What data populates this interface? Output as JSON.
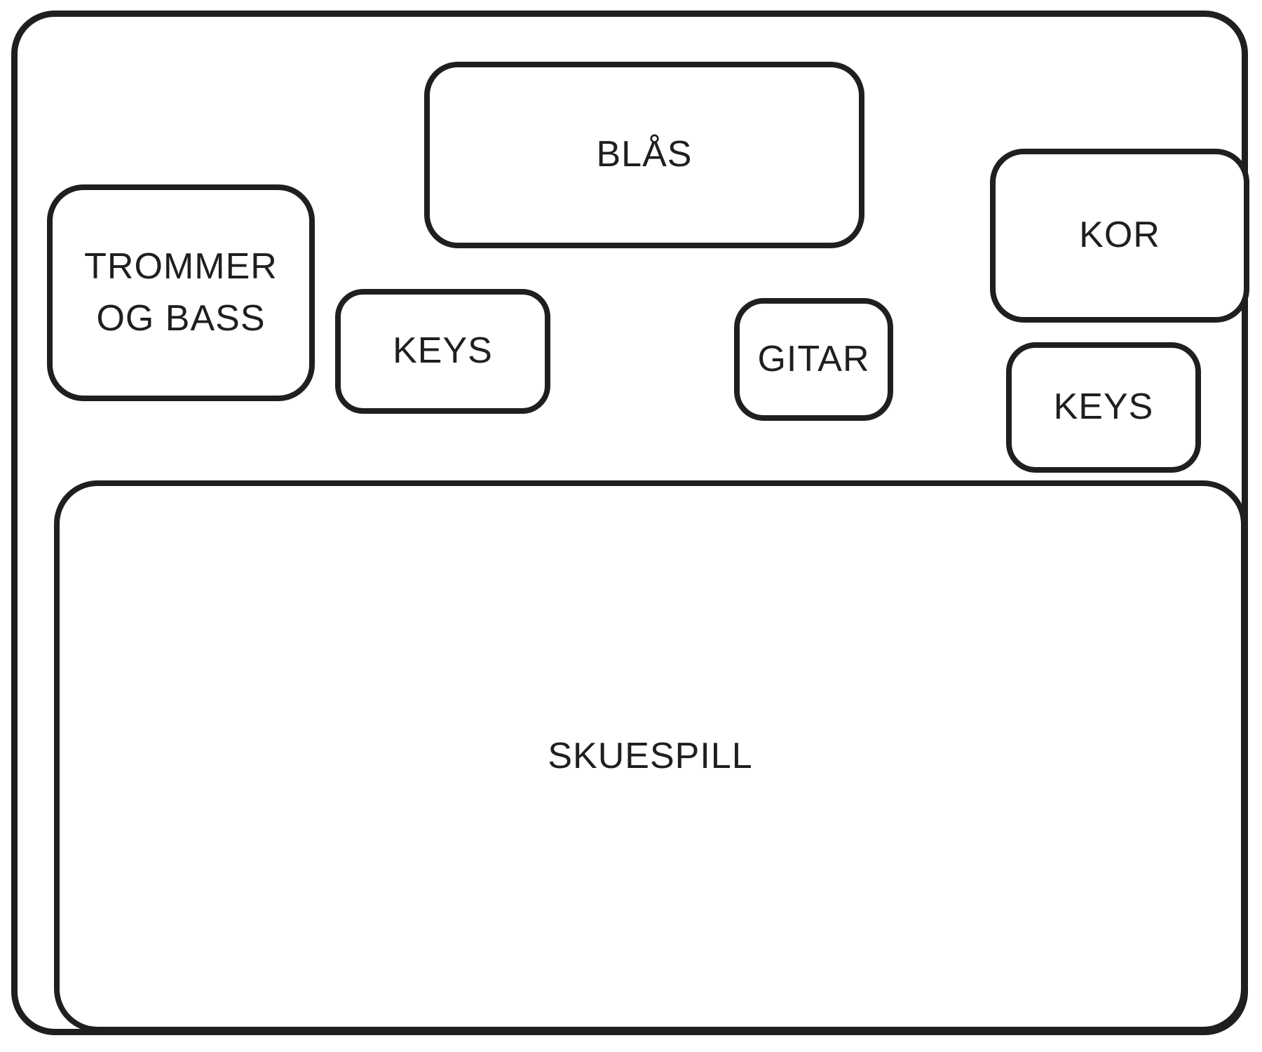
{
  "diagram": {
    "type": "stage-plot",
    "background_color": "#ffffff",
    "stroke_color": "#1f1f1f",
    "boxes": [
      {
        "id": "blas",
        "label": "BLÅS"
      },
      {
        "id": "trommer-og-bass",
        "label": "TROMMER\nOG BASS"
      },
      {
        "id": "keys-left",
        "label": "KEYS"
      },
      {
        "id": "gitar",
        "label": "GITAR"
      },
      {
        "id": "kor",
        "label": "KOR"
      },
      {
        "id": "keys-right",
        "label": "KEYS"
      },
      {
        "id": "skuespill",
        "label": "SKUESPILL"
      }
    ]
  }
}
